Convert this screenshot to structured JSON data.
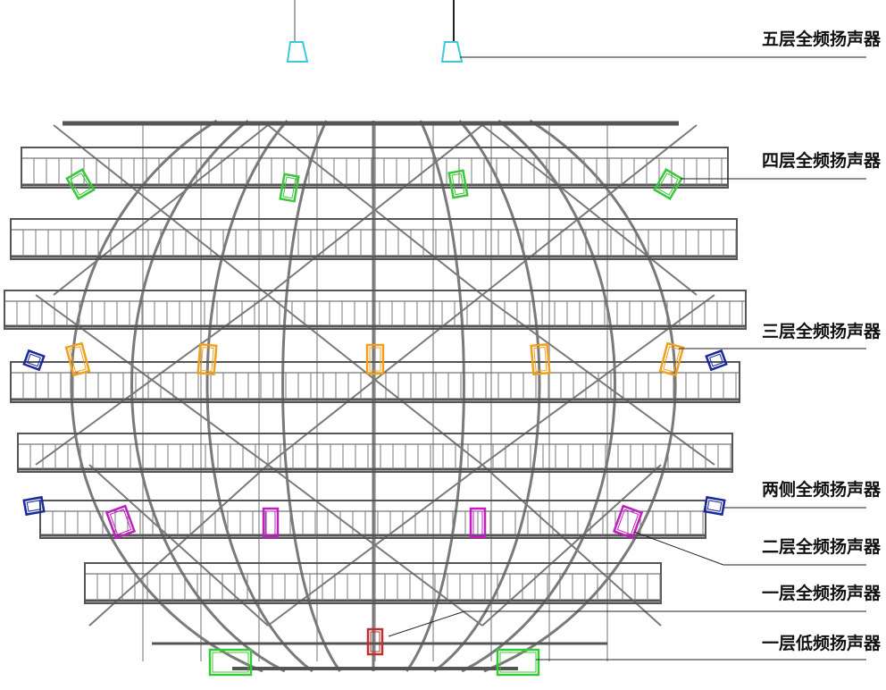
{
  "labels": {
    "l5": "五层全频扬声器",
    "l4": "四层全频扬声器",
    "l3": "三层全频扬声器",
    "side": "两侧全频扬声器",
    "l2": "二层全频扬声器",
    "l1": "一层全频扬声器",
    "l1_low": "一层低频扬声器"
  },
  "colors": {
    "structure": "#7a7a7a",
    "deck": "#555555",
    "l5": "#3cc9d6",
    "l4": "#3cc83c",
    "l3": "#f0a020",
    "side": "#1a2a9a",
    "l2": "#c020c0",
    "l1": "#c03030",
    "l1_low": "#3cc83c"
  }
}
